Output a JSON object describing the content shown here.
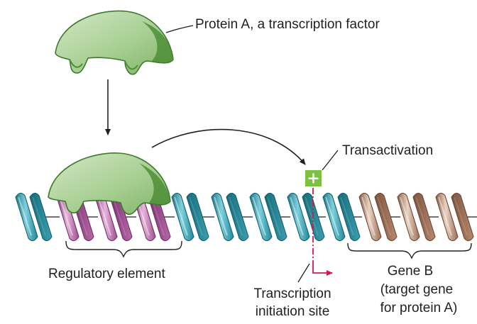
{
  "labels": {
    "protein": "Protein A, a transcription factor",
    "transactivation": "Transactivation",
    "plus_sign": "+",
    "regulatory": "Regulatory element",
    "tis_line1": "Transcription",
    "tis_line2": "initiation site",
    "gene_line1": "Gene B",
    "gene_line2": "(target gene",
    "gene_line3": "for protein A)"
  },
  "colors": {
    "protein_fill": "#a8cf93",
    "protein_edge": "#3d7a2a",
    "helix_regulatory": "#c785bb",
    "helix_spacer": "#3aa9ba",
    "helix_gene": "#c8a088",
    "plus_box": "#7cc142",
    "initiation_marker": "#d11a4a"
  }
}
